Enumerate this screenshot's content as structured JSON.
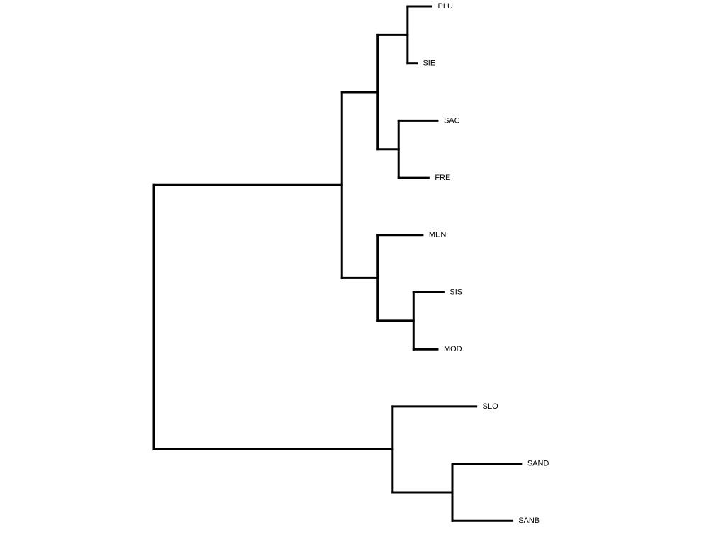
{
  "colors": {
    "background": "#ffffff",
    "branch": "#000000",
    "label": "#000000"
  },
  "tree": {
    "type": "dendrogram",
    "orientation": "left-to-right",
    "leaves": [
      "PLU",
      "SIE",
      "SAC",
      "FRE",
      "MEN",
      "SIS",
      "MOD",
      "SLO",
      "SAND",
      "SANB"
    ],
    "root": {
      "id": "root",
      "height": 0.0,
      "children": [
        {
          "id": "northern",
          "height": 0.63,
          "children": [
            {
              "id": "sierra-valley",
              "height": 0.75,
              "children": [
                {
                  "id": "plu-sie",
                  "height": 0.85,
                  "children": [
                    {
                      "id": "PLU",
                      "label": "PLU",
                      "height": 0.93
                    },
                    {
                      "id": "SIE",
                      "label": "SIE",
                      "height": 0.88
                    }
                  ]
                },
                {
                  "id": "sac-fre",
                  "height": 0.82,
                  "children": [
                    {
                      "id": "SAC",
                      "label": "SAC",
                      "height": 0.95
                    },
                    {
                      "id": "FRE",
                      "label": "FRE",
                      "height": 0.92
                    }
                  ]
                }
              ]
            },
            {
              "id": "north-coast",
              "height": 0.75,
              "children": [
                {
                  "id": "MEN",
                  "label": "MEN",
                  "height": 0.9
                },
                {
                  "id": "sis-mod",
                  "height": 0.87,
                  "children": [
                    {
                      "id": "SIS",
                      "label": "SIS",
                      "height": 0.97
                    },
                    {
                      "id": "MOD",
                      "label": "MOD",
                      "height": 0.95
                    }
                  ]
                }
              ]
            }
          ]
        },
        {
          "id": "southern",
          "height": 0.8,
          "children": [
            {
              "id": "SLO",
              "label": "SLO",
              "height": 1.08
            },
            {
              "id": "sand-sanb",
              "height": 1.0,
              "children": [
                {
                  "id": "SAND",
                  "label": "SAND",
                  "height": 1.23
                },
                {
                  "id": "SANB",
                  "label": "SANB",
                  "height": 1.2
                }
              ]
            }
          ]
        }
      ]
    }
  }
}
